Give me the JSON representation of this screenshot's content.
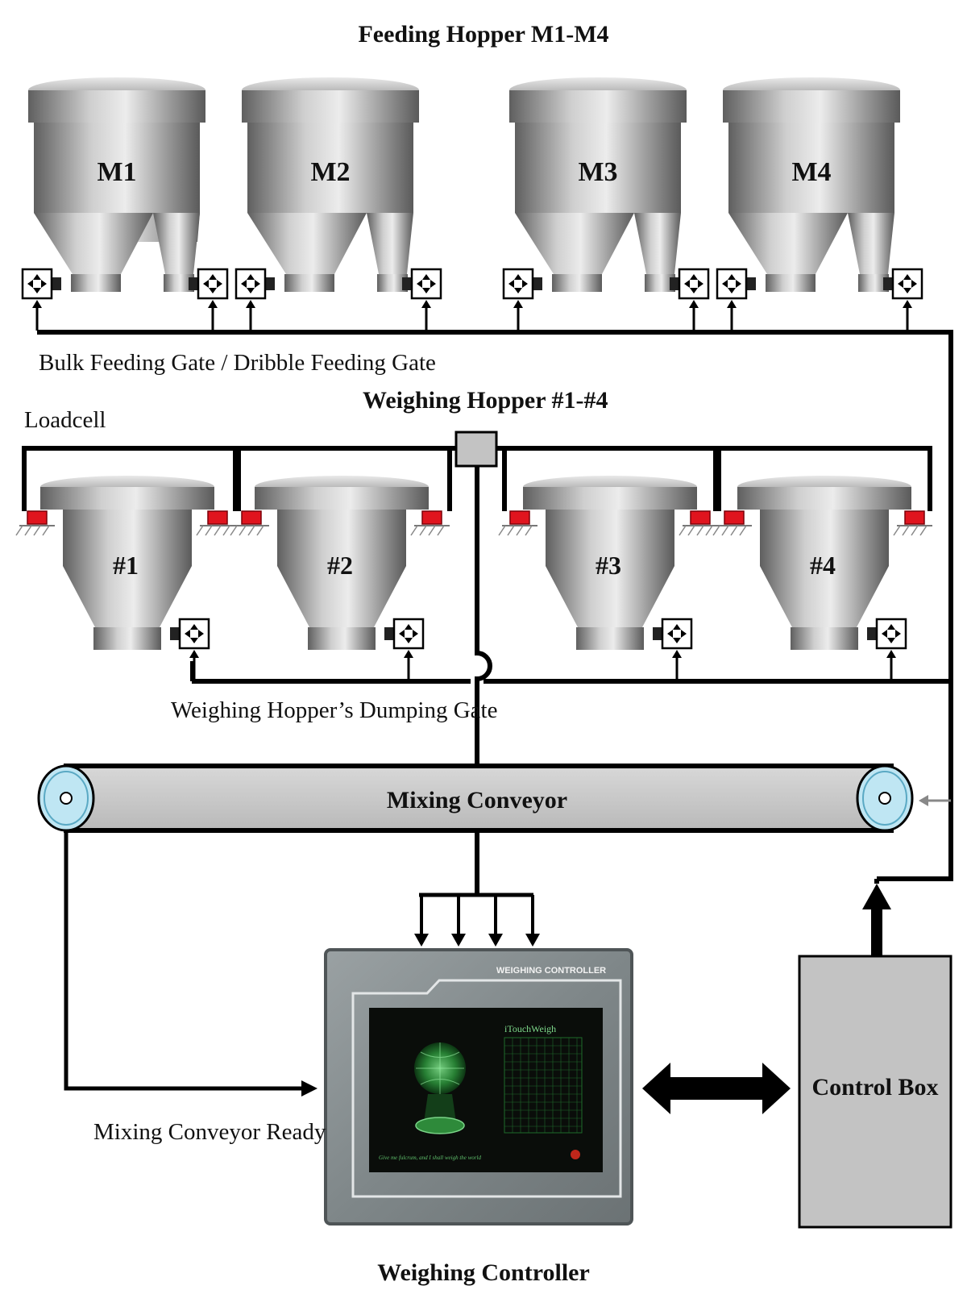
{
  "titles": {
    "feeding_hoppers": "Feeding Hopper M1-M4",
    "weighing_hoppers": "Weighing Hopper #1-#4",
    "weighing_controller": "Weighing Controller"
  },
  "labels": {
    "gates": "Bulk Feeding Gate / Dribble Feeding Gate",
    "loadcell": "Loadcell",
    "dumping_gate": "Weighing Hopper’s Dumping Gate",
    "conveyor": "Mixing Conveyor",
    "conveyor_ready": "Mixing Conveyor Ready",
    "control_box": "Control Box"
  },
  "feeding_hoppers": [
    "M1",
    "M2",
    "M3",
    "M4"
  ],
  "weighing_hoppers": [
    "#1",
    "#2",
    "#3",
    "#4"
  ],
  "controller_panel": {
    "brand_header": "WEIGHING CONTROLLER",
    "screen_logo": "iTouchWeigh",
    "screen_slogan": "Give me fulcrum, and I shall weigh the world"
  },
  "colors": {
    "line": "#000000",
    "steel_dark": "#6d6d6d",
    "steel_light": "#e6e6e6",
    "loadcell_red": "#e0141e",
    "conveyor_belt": "#c7c7c7",
    "roller_blue": "#bfe6f3",
    "control_box": "#c3c3c3",
    "screen_green": "#1f7a2c"
  }
}
